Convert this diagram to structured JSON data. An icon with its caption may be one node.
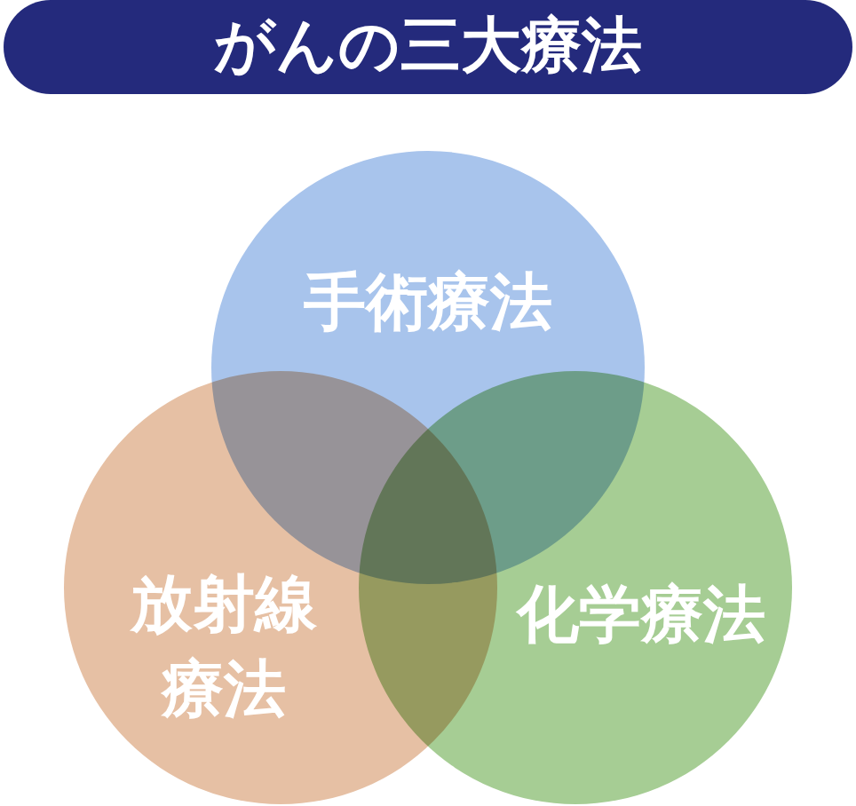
{
  "diagram": {
    "title": "がんの三大療法",
    "nodes": [
      {
        "text": [
          "手術療法"
        ]
      },
      {
        "text": [
          "放射線療法"
        ]
      },
      {
        "text": [
          "化学療法"
        ]
      }
    ]
  }
}
